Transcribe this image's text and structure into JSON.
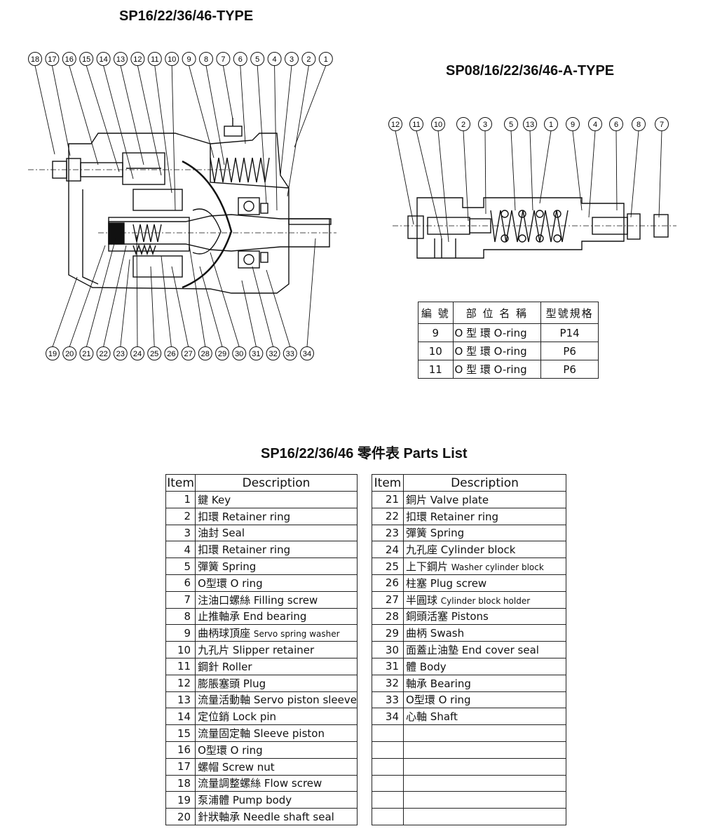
{
  "titles": {
    "left_diagram": "SP16/22/36/46-TYPE",
    "right_diagram": "SP08/16/22/36/46-A-TYPE",
    "parts_list": "SP16/22/36/46 零件表 Parts List"
  },
  "left_callouts_top": [
    "18",
    "17",
    "16",
    "15",
    "14",
    "13",
    "12",
    "11",
    "10",
    "9",
    "8",
    "7",
    "6",
    "5",
    "4",
    "3",
    "2",
    "1"
  ],
  "left_callouts_bottom": [
    "19",
    "20",
    "21",
    "22",
    "23",
    "24",
    "25",
    "26",
    "27",
    "28",
    "29",
    "30",
    "31",
    "32",
    "33",
    "34"
  ],
  "right_callouts": [
    "12",
    "11",
    "10",
    "2",
    "3",
    "5",
    "13",
    "1",
    "9",
    "4",
    "6",
    "8",
    "7"
  ],
  "oring_table": {
    "headers": [
      "編 號",
      "部 位 名 稱",
      "型號規格"
    ],
    "rows": [
      {
        "no": "9",
        "name": "O 型 環 O-ring",
        "spec": "P14"
      },
      {
        "no": "10",
        "name": "O 型 環 O-ring",
        "spec": "P6"
      },
      {
        "no": "11",
        "name": "O 型 環 O-ring",
        "spec": "P6"
      }
    ]
  },
  "parts_headers": {
    "item": "Item",
    "description": "Description"
  },
  "parts_left": [
    {
      "item": "1",
      "zh": "鍵",
      "en": "Key",
      "small": false
    },
    {
      "item": "2",
      "zh": "扣環",
      "en": "Retainer ring",
      "small": false
    },
    {
      "item": "3",
      "zh": "油封",
      "en": "Seal",
      "small": false
    },
    {
      "item": "4",
      "zh": "扣環",
      "en": "Retainer ring",
      "small": false
    },
    {
      "item": "5",
      "zh": "彈簧",
      "en": "Spring",
      "small": false
    },
    {
      "item": "6",
      "zh": "O型環",
      "en": "O ring",
      "small": false
    },
    {
      "item": "7",
      "zh": "注油口螺絲",
      "en": "Filling screw",
      "small": false
    },
    {
      "item": "8",
      "zh": "止推軸承",
      "en": "End bearing",
      "small": false
    },
    {
      "item": "9",
      "zh": "曲柄球頂座",
      "en": "Servo spring washer",
      "small": true
    },
    {
      "item": "10",
      "zh": "九孔片",
      "en": "Slipper retainer",
      "small": false
    },
    {
      "item": "11",
      "zh": "鋼針",
      "en": "Roller",
      "small": false
    },
    {
      "item": "12",
      "zh": "膨脹塞頭",
      "en": "Plug",
      "small": false
    },
    {
      "item": "13",
      "zh": "流量活動軸",
      "en": "Servo piston sleeve",
      "small": false
    },
    {
      "item": "14",
      "zh": "定位銷",
      "en": "Lock pin",
      "small": false
    },
    {
      "item": "15",
      "zh": "流量固定軸",
      "en": "Sleeve piston",
      "small": false
    },
    {
      "item": "16",
      "zh": "O型環",
      "en": "O ring",
      "small": false
    },
    {
      "item": "17",
      "zh": "螺帽",
      "en": "Screw nut",
      "small": false
    },
    {
      "item": "18",
      "zh": "流量調整螺絲",
      "en": "Flow screw",
      "small": false
    },
    {
      "item": "19",
      "zh": "泵浦體",
      "en": "Pump body",
      "small": false
    },
    {
      "item": "20",
      "zh": "針狀軸承",
      "en": "Needle shaft seal",
      "small": false
    }
  ],
  "parts_right": [
    {
      "item": "21",
      "zh": "銅片",
      "en": "Valve plate",
      "small": false
    },
    {
      "item": "22",
      "zh": "扣環",
      "en": "Retainer ring",
      "small": false
    },
    {
      "item": "23",
      "zh": "彈簧",
      "en": "Spring",
      "small": false
    },
    {
      "item": "24",
      "zh": "九孔座",
      "en": "Cylinder block",
      "small": false
    },
    {
      "item": "25",
      "zh": "上下鋼片",
      "en": "Washer cylinder block",
      "small": true
    },
    {
      "item": "26",
      "zh": "柱塞",
      "en": "Plug screw",
      "small": false
    },
    {
      "item": "27",
      "zh": "半圓球",
      "en": "Cylinder block holder",
      "small": true
    },
    {
      "item": "28",
      "zh": "銅頭活塞",
      "en": "Pistons",
      "small": false
    },
    {
      "item": "29",
      "zh": "曲柄",
      "en": "Swash",
      "small": false
    },
    {
      "item": "30",
      "zh": "面蓋止油墊",
      "en": "End cover seal",
      "small": false
    },
    {
      "item": "31",
      "zh": "體",
      "en": "Body",
      "small": false
    },
    {
      "item": "32",
      "zh": "軸承",
      "en": "Bearing",
      "small": false
    },
    {
      "item": "33",
      "zh": "O型環",
      "en": "O ring",
      "small": false
    },
    {
      "item": "34",
      "zh": "心軸",
      "en": "Shaft",
      "small": false
    },
    {
      "item": "",
      "zh": "",
      "en": "",
      "small": false
    },
    {
      "item": "",
      "zh": "",
      "en": "",
      "small": false
    },
    {
      "item": "",
      "zh": "",
      "en": "",
      "small": false
    },
    {
      "item": "",
      "zh": "",
      "en": "",
      "small": false
    },
    {
      "item": "",
      "zh": "",
      "en": "",
      "small": false
    },
    {
      "item": "",
      "zh": "",
      "en": "",
      "small": false
    }
  ]
}
